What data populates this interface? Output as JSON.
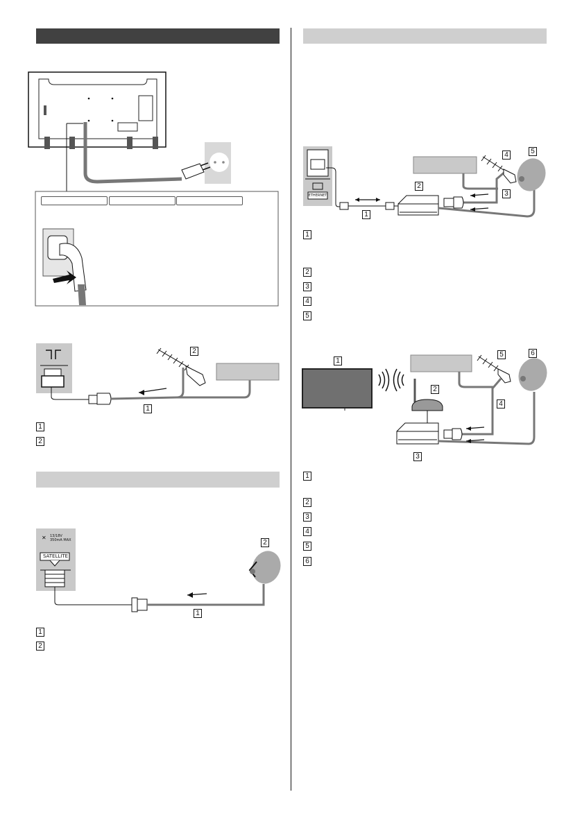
{
  "colors": {
    "dark_header": "#414141",
    "light_header": "#cfcfcf",
    "cable": "#777777",
    "panel": "#c9c9c9"
  },
  "left": {
    "power_diagram": {
      "tabs": [
        "",
        "",
        ""
      ]
    },
    "antenna_diagram": {
      "callouts": [
        "1",
        "2"
      ],
      "legend": [
        "1",
        "2"
      ]
    },
    "satellite_diagram": {
      "port_label": "SATELLITE",
      "power_label": "13/18V\n350mA MAX",
      "callouts": [
        "1",
        "2"
      ],
      "legend": [
        "1",
        "2"
      ]
    }
  },
  "right": {
    "wired_diagram": {
      "port_label": "ETHERNET",
      "callouts": [
        "1",
        "2",
        "3",
        "4",
        "5"
      ],
      "legend": [
        "1",
        "2",
        "3",
        "4",
        "5"
      ]
    },
    "wireless_diagram": {
      "callouts": [
        "1",
        "2",
        "3",
        "4",
        "5",
        "6"
      ],
      "legend": [
        "1",
        "2",
        "3",
        "4",
        "5",
        "6"
      ]
    }
  }
}
